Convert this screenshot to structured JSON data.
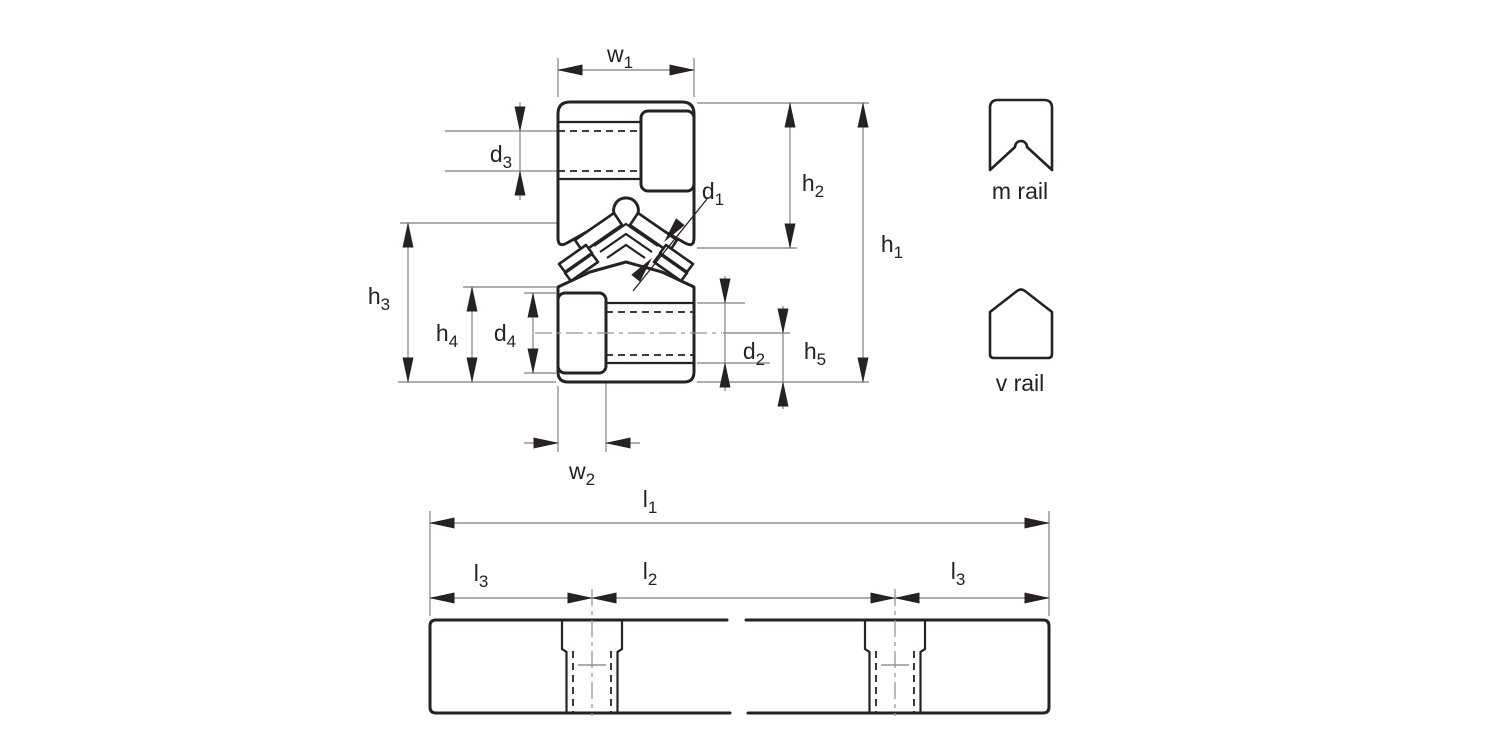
{
  "diagram": {
    "description": "rail cross-section dimension drawing",
    "dimension_labels": {
      "w1": {
        "base": "w",
        "sub": "1"
      },
      "w2": {
        "base": "w",
        "sub": "2"
      },
      "h1": {
        "base": "h",
        "sub": "1"
      },
      "h2": {
        "base": "h",
        "sub": "2"
      },
      "h3": {
        "base": "h",
        "sub": "3"
      },
      "h4": {
        "base": "h",
        "sub": "4"
      },
      "h5": {
        "base": "h",
        "sub": "5"
      },
      "d1": {
        "base": "d",
        "sub": "1"
      },
      "d2": {
        "base": "d",
        "sub": "2"
      },
      "d3": {
        "base": "d",
        "sub": "3"
      },
      "d4": {
        "base": "d",
        "sub": "4"
      },
      "l1": {
        "base": "l",
        "sub": "1"
      },
      "l2": {
        "base": "l",
        "sub": "2"
      },
      "l3": {
        "base": "l",
        "sub": "3"
      }
    },
    "profiles": {
      "m_rail": {
        "label": "m rail"
      },
      "v_rail": {
        "label": "v rail"
      }
    },
    "colors": {
      "outline": "#262223",
      "dimension_line": "#949494",
      "arrowhead": "#262223",
      "background": "#ffffff"
    }
  }
}
